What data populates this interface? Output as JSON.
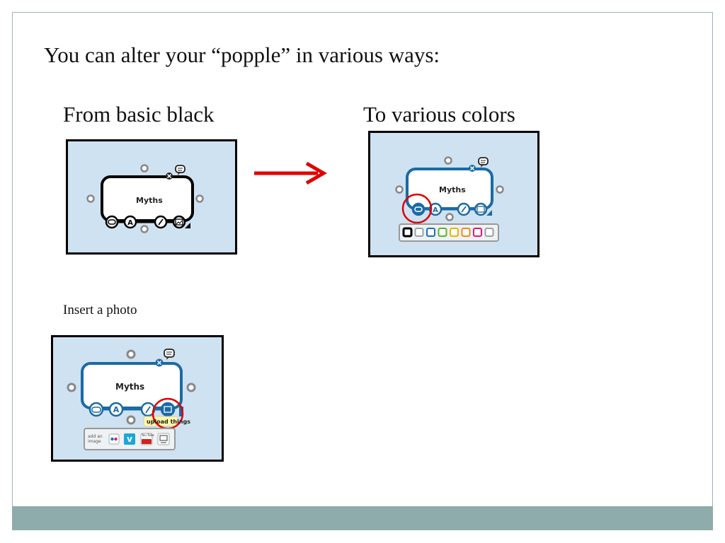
{
  "slide": {
    "heading": "You can alter your “popple” in various ways:",
    "left_label": "From basic black",
    "right_label": "To various colors",
    "insert_label": "Insert a photo"
  },
  "popple_black": {
    "node_text": "Myths",
    "outline_color": "#000000"
  },
  "popple_colored": {
    "node_text": "Myths",
    "outline_color": "#1b6aa5",
    "highlight_color": "#e00000",
    "palette_colors": [
      "#000000",
      "#9aa0a6",
      "#1e6fb5",
      "#5bb32a",
      "#e8b400",
      "#ef8a1a",
      "#e0187a",
      "#9aa0a6"
    ]
  },
  "popple_photo": {
    "node_text": "Myths",
    "tooltip": "upload things",
    "add_image_text": "add an image",
    "youtube_label": "You Tube"
  },
  "arrow_color": "#e00000"
}
